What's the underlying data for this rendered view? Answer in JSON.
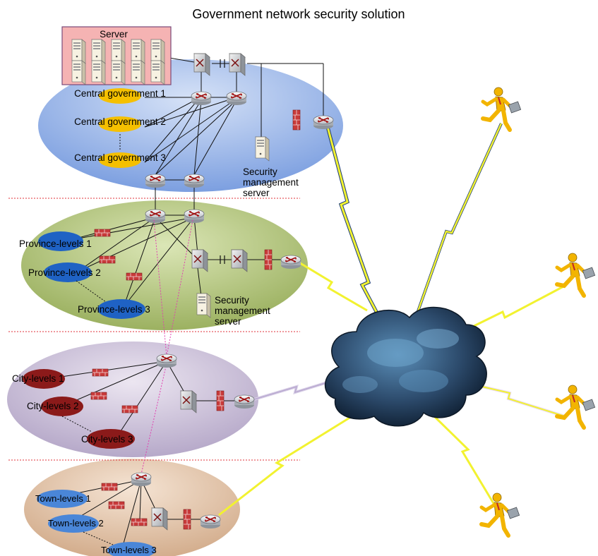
{
  "title": "Government network security solution",
  "server_box": {
    "label": "Server"
  },
  "central": {
    "groups": [
      "Central government 1",
      "Central government 2",
      "Central government 3"
    ],
    "security_server": [
      "Security",
      "management",
      "server"
    ]
  },
  "province": {
    "groups": [
      "Province-levels 1",
      "Province-levels 2",
      "Province-levels 3"
    ],
    "security_server": [
      "Security",
      "management",
      "server"
    ]
  },
  "city": {
    "groups": [
      "City-levels 1",
      "City-levels 2",
      "City-levels 3"
    ]
  },
  "town": {
    "groups": [
      "Town-levels 1",
      "Town-levels 2",
      "Town-levels 3"
    ]
  },
  "colors": {
    "central_zone": "#9db6e8",
    "province_zone": "#b5c77e",
    "city_zone": "#c9bed6",
    "town_zone": "#e0c3a8",
    "central_nodes": "#f5c000",
    "province_nodes": "#1f62c4",
    "city_nodes": "#8b1a1a",
    "town_nodes": "#4a86d8",
    "cloud": "#1f3b5a",
    "lightning": "#f2f230",
    "person": "#f2b400",
    "divider": "#e0303a",
    "vpn_link": "#e040b0"
  },
  "icons": {
    "router": "router-icon",
    "switch": "switch-icon",
    "firewall": "firewall-icon",
    "server": "server-icon",
    "cloud": "internet-cloud-icon",
    "mobile_user": "mobile-user-icon"
  }
}
